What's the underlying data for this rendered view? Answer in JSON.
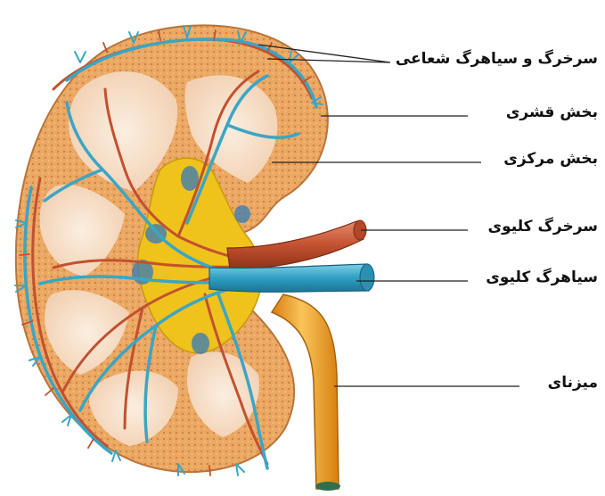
{
  "labels": {
    "radial_vessels": "سرخرگ و سیاهرگ شعاعی",
    "cortex": "بخش قشری",
    "medulla": "بخش مرکزی",
    "renal_artery": "سرخرگ کلیوی",
    "renal_vein": "سیاهرگ کلیوی",
    "ureter": "میزنای"
  },
  "colors": {
    "cortex": "#e9a35c",
    "medulla": "#f6dcc6",
    "pelvis": "#f0c21c",
    "artery": "#c2512f",
    "vein": "#3aa6c4",
    "ureter": "#f0a321",
    "leader": "#222222"
  }
}
